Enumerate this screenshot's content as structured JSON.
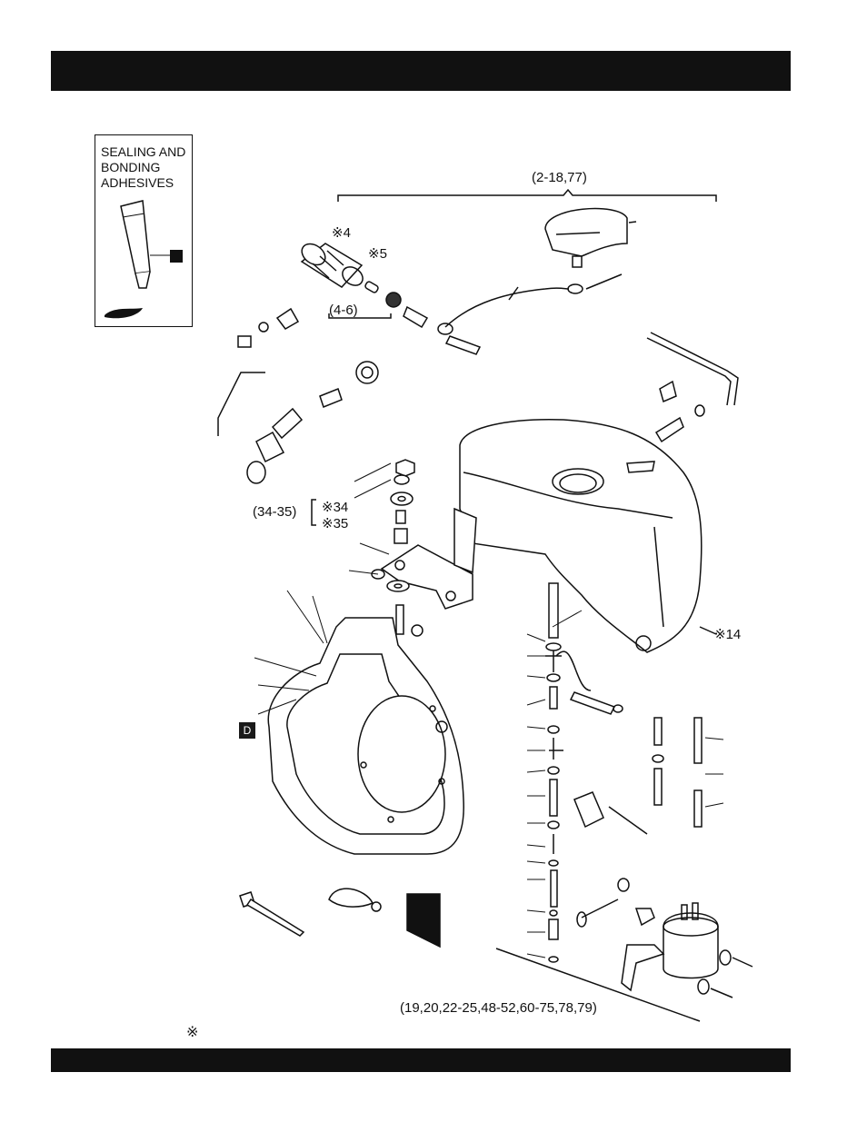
{
  "header": {
    "title": ""
  },
  "legend": {
    "lines": [
      "SEALING AND",
      "BONDING",
      "ADHESIVES"
    ]
  },
  "labels": {
    "tank_group": "(2-18,77)",
    "part_4": "※4",
    "part_5": "※5",
    "filter_group": "(4-6)",
    "washer_group": "(34-35)",
    "part_34": "※34",
    "part_35": "※35",
    "part_14": "※14",
    "badge_d": "D",
    "hose_group": "(19,20,22-25,48-52,60-75,78,79)"
  },
  "footnote": {
    "mark": "※"
  },
  "colors": {
    "ink": "#111111",
    "bar": "#111111",
    "paper": "#ffffff"
  }
}
